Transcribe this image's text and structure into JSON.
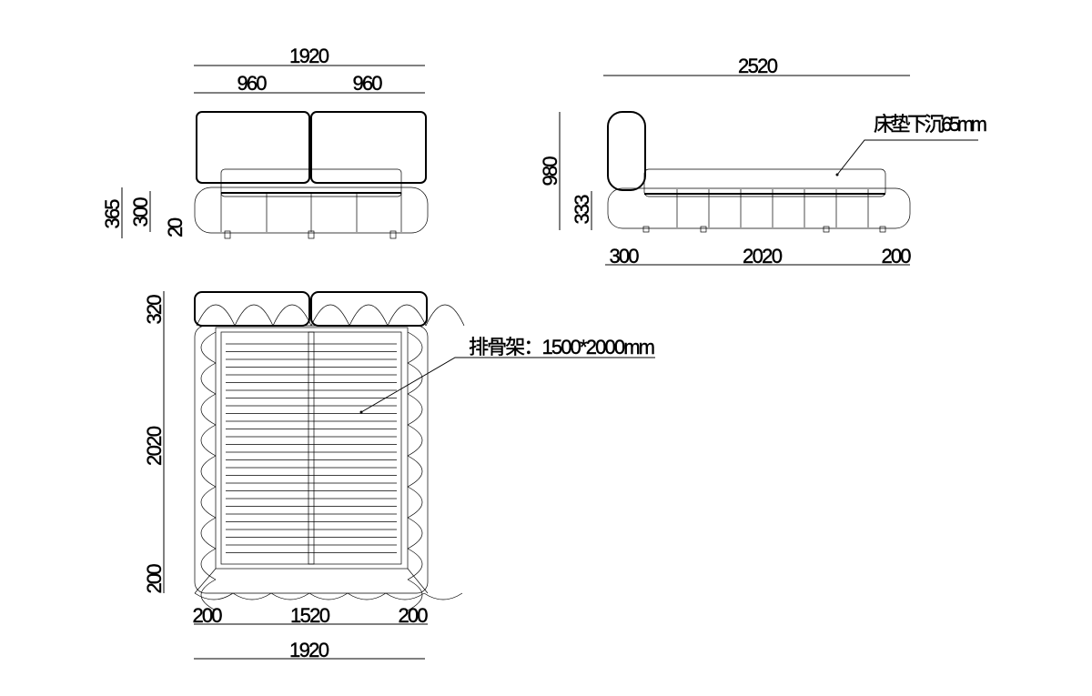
{
  "front_view": {
    "overall_width": "1920",
    "half_width_left": "960",
    "half_width_right": "960",
    "height_total": "365",
    "height_base": "300",
    "leg_height": "20"
  },
  "side_view": {
    "overall_length": "2520",
    "headboard_height": "980",
    "base_height": "333",
    "headboard_depth": "300",
    "body_length": "2020",
    "footboard_depth": "200",
    "mattress_note": "床垫下沉65mm"
  },
  "plan_view": {
    "headboard_depth": "320",
    "body_length": "2020",
    "foot_depth": "200",
    "side_left": "200",
    "inner_width": "1520",
    "side_right": "200",
    "overall_width": "1920",
    "slat_note": "排骨架：1500*2000mm"
  }
}
